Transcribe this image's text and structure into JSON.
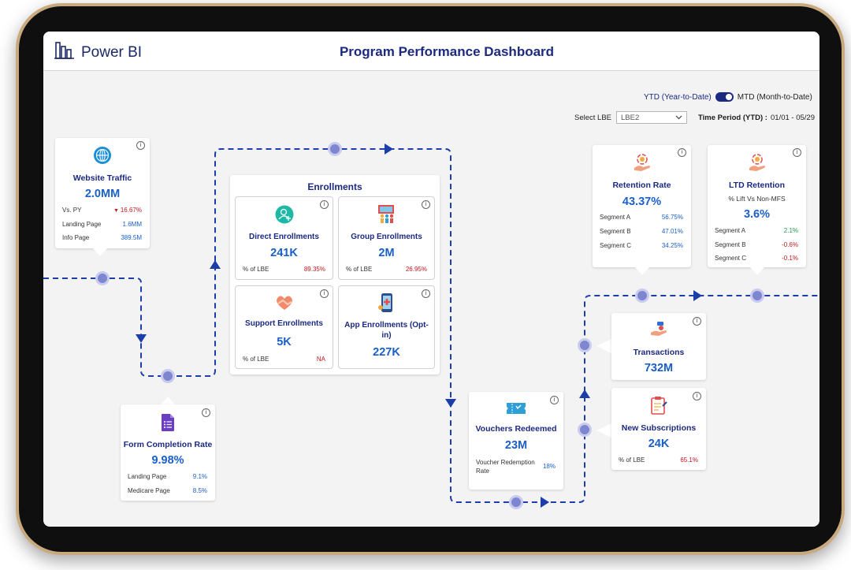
{
  "header": {
    "app_name": "Power BI",
    "title": "Program Performance Dashboard"
  },
  "filters": {
    "ytd_label": "YTD (Year-to-Date)",
    "mtd_label": "MTD (Month-to-Date)",
    "select_lbe_label": "Select LBE",
    "lbe_value": "LBE2",
    "time_period_label": "Time Period (YTD) :",
    "time_period_value": "01/01 - 05/29"
  },
  "website_traffic": {
    "title": "Website Traffic",
    "value": "2.0MM",
    "rows": [
      {
        "label": "Vs. PY",
        "value": "16.67%"
      },
      {
        "label": "Landing Page",
        "value": "1.6MM"
      },
      {
        "label": "Info Page",
        "value": "389.5M"
      }
    ]
  },
  "form_completion": {
    "title": "Form Completion Rate",
    "value": "9.98%",
    "rows": [
      {
        "label": "Landing Page",
        "value": "9.1%"
      },
      {
        "label": "Medicare Page",
        "value": "8.5%"
      }
    ]
  },
  "enrollments": {
    "title": "Enrollments",
    "direct": {
      "title": "Direct Enrollments",
      "value": "241K",
      "sub_label": "% of LBE",
      "sub_value": "89.35%"
    },
    "group": {
      "title": "Group Enrollments",
      "value": "2M",
      "sub_label": "% of LBE",
      "sub_value": "26.95%"
    },
    "support": {
      "title": "Support Enrollments",
      "value": "5K",
      "sub_label": "% of LBE",
      "sub_value": "NA"
    },
    "app": {
      "title_line1": "App Enrollments (Opt-",
      "title_line2": "in)",
      "value": "227K"
    }
  },
  "vouchers": {
    "title": "Vouchers Redeemed",
    "value": "23M",
    "sub_label_1": "Voucher Redemption",
    "sub_label_2": "Rate",
    "sub_value": "18%"
  },
  "retention": {
    "title": "Retention Rate",
    "value": "43.37%",
    "rows": [
      {
        "label": "Segment A",
        "value": "56.75%"
      },
      {
        "label": "Segment B",
        "value": "47.01%"
      },
      {
        "label": "Segment C",
        "value": "34.25%"
      }
    ]
  },
  "ltd_retention": {
    "title": "LTD Retention",
    "subtitle": "% Lift Vs Non-MFS",
    "value": "3.6%",
    "rows": [
      {
        "label": "Segment A",
        "value": "2.1%"
      },
      {
        "label": "Segment B",
        "value": "-0.6%"
      },
      {
        "label": "Segment C",
        "value": "-0.1%"
      }
    ]
  },
  "transactions": {
    "title": "Transactions",
    "value": "732M"
  },
  "subscriptions": {
    "title": "New Subscriptions",
    "value": "24K",
    "sub_label": "% of LBE",
    "sub_value": "65.1%"
  },
  "icons": [
    "power-bi-logo-icon",
    "globe-icon",
    "form-icon",
    "user-add-icon",
    "group-icon",
    "heart-hands-icon",
    "phone-health-icon",
    "ticket-icon",
    "retention-icon",
    "ltd-retention-icon",
    "transactions-icon",
    "clipboard-icon",
    "info-icon",
    "chevron-down-icon"
  ],
  "colors": {
    "accent": "#1b2a80",
    "value_blue": "#1a5fc8",
    "negative": "#c0171f",
    "positive": "#1f9a4c",
    "path": "#1b3ea8",
    "node": "#7e86d0",
    "bezel": "#c9a97e"
  }
}
